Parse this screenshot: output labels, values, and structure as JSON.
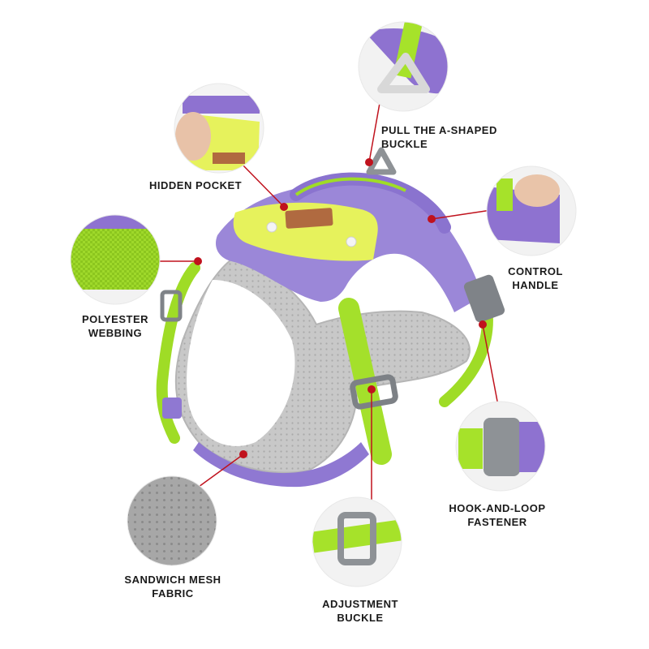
{
  "colors": {
    "purple": "#9a86d6",
    "purple_dark": "#7d68c4",
    "lime": "#a6e22a",
    "yellow": "#e6f25a",
    "grey_mesh": "#c9c9c9",
    "buckle_grey": "#8e9296",
    "leather": "#b06a40",
    "callout_red": "#c0121d"
  },
  "callouts": [
    {
      "id": "a-shaped-buckle",
      "lines": [
        "PULL THE A-SHAPED",
        "BUCKLE"
      ]
    },
    {
      "id": "hidden-pocket",
      "lines": [
        "HIDDEN POCKET"
      ]
    },
    {
      "id": "control-handle",
      "lines": [
        "CONTROL",
        "HANDLE"
      ]
    },
    {
      "id": "polyester-webbing",
      "lines": [
        "POLYESTER",
        "WEBBING"
      ]
    },
    {
      "id": "hook-and-loop",
      "lines": [
        "HOOK-AND-LOOP",
        "FASTENER"
      ]
    },
    {
      "id": "sandwich-mesh",
      "lines": [
        "SANDWICH MESH",
        "FABRIC"
      ]
    },
    {
      "id": "adjustment-buckle",
      "lines": [
        "ADJUSTMENT",
        "BUCKLE"
      ]
    }
  ]
}
